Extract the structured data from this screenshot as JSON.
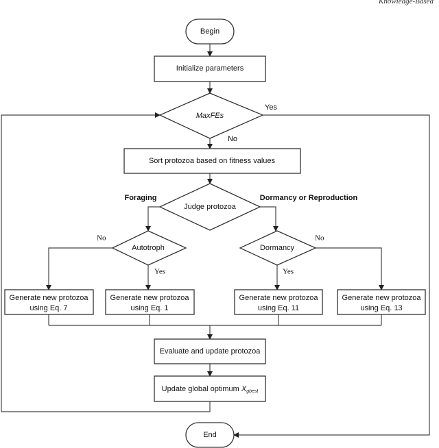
{
  "header": {
    "running_title": "Knowledge-Based"
  },
  "nodes": {
    "begin": "Begin",
    "initialize": "Initialize parameters",
    "maxfes": "MaxFEs",
    "sort": "Sort protozoa based on fitness values",
    "judge": "Judge protozoa",
    "autotroph": "Autotroph",
    "dormancy": "Dormancy",
    "gen7": [
      "Generate new protozoa",
      "using Eq. 7"
    ],
    "gen1": [
      "Generate new protozoa",
      "using Eq. 1"
    ],
    "gen11": [
      "Generate new protozoa",
      "using Eq. 11"
    ],
    "gen13": [
      "Generate new protozoa",
      "using Eq. 13"
    ],
    "evaluate": "Evaluate and update protozoa",
    "update": {
      "text": "Update global optimum ",
      "var": "X",
      "sub": "gbest"
    },
    "end": "End"
  },
  "labels": {
    "maxfes_yes": "Yes",
    "maxfes_no": "No",
    "foraging": "Foraging",
    "dormancy_or_reproduction": "Dormancy or Reproduction",
    "autotroph_no": "No",
    "autotroph_yes": "Yes",
    "dormancy_yes": "Yes",
    "dormancy_no": "No"
  }
}
